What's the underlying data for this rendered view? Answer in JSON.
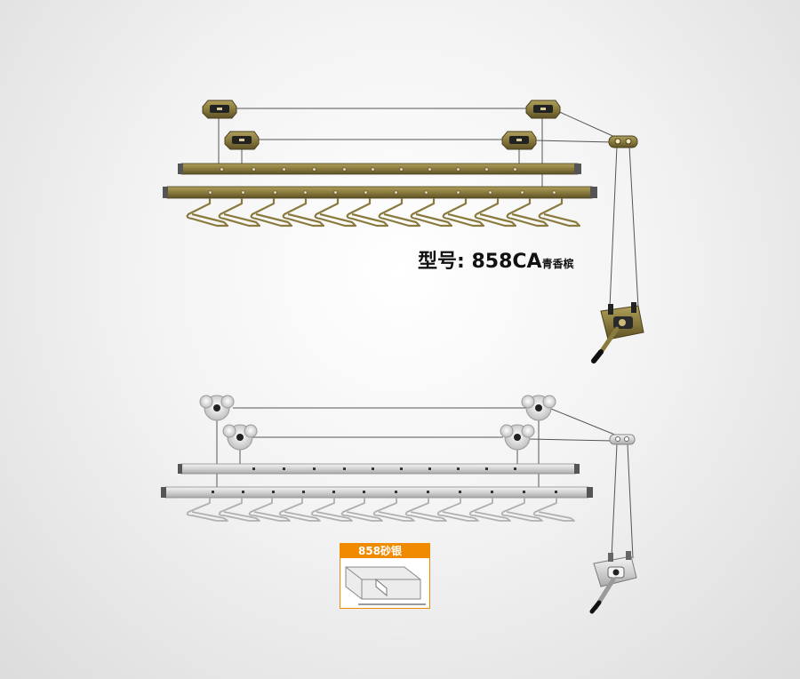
{
  "product_top": {
    "model_prefix": "型号",
    "model_number": ": 858CA",
    "color_name": "青香槟",
    "finish_color": "#8a7a3e"
  },
  "product_bottom": {
    "finish_color": "#c9c9c9"
  },
  "variant_card": {
    "title": "858砂银",
    "accent_color": "#f08a00"
  }
}
